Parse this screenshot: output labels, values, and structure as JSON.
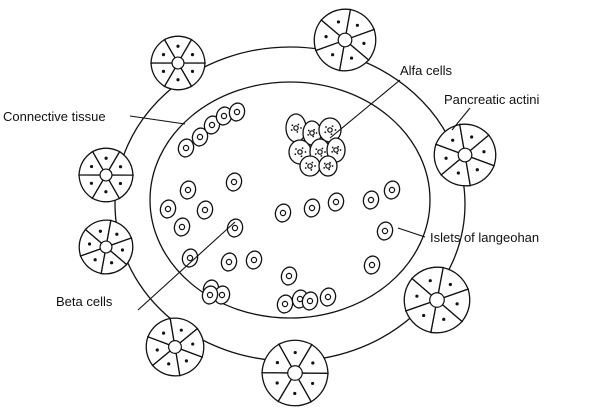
{
  "labels": {
    "alfa": "Alfa cells",
    "connective": "Connective tissue",
    "pancreatic": "Pancreatic actini",
    "islets": "Islets of langeohan",
    "beta": "Beta cells"
  },
  "colors": {
    "ink": "#111111",
    "background": "#ffffff"
  }
}
